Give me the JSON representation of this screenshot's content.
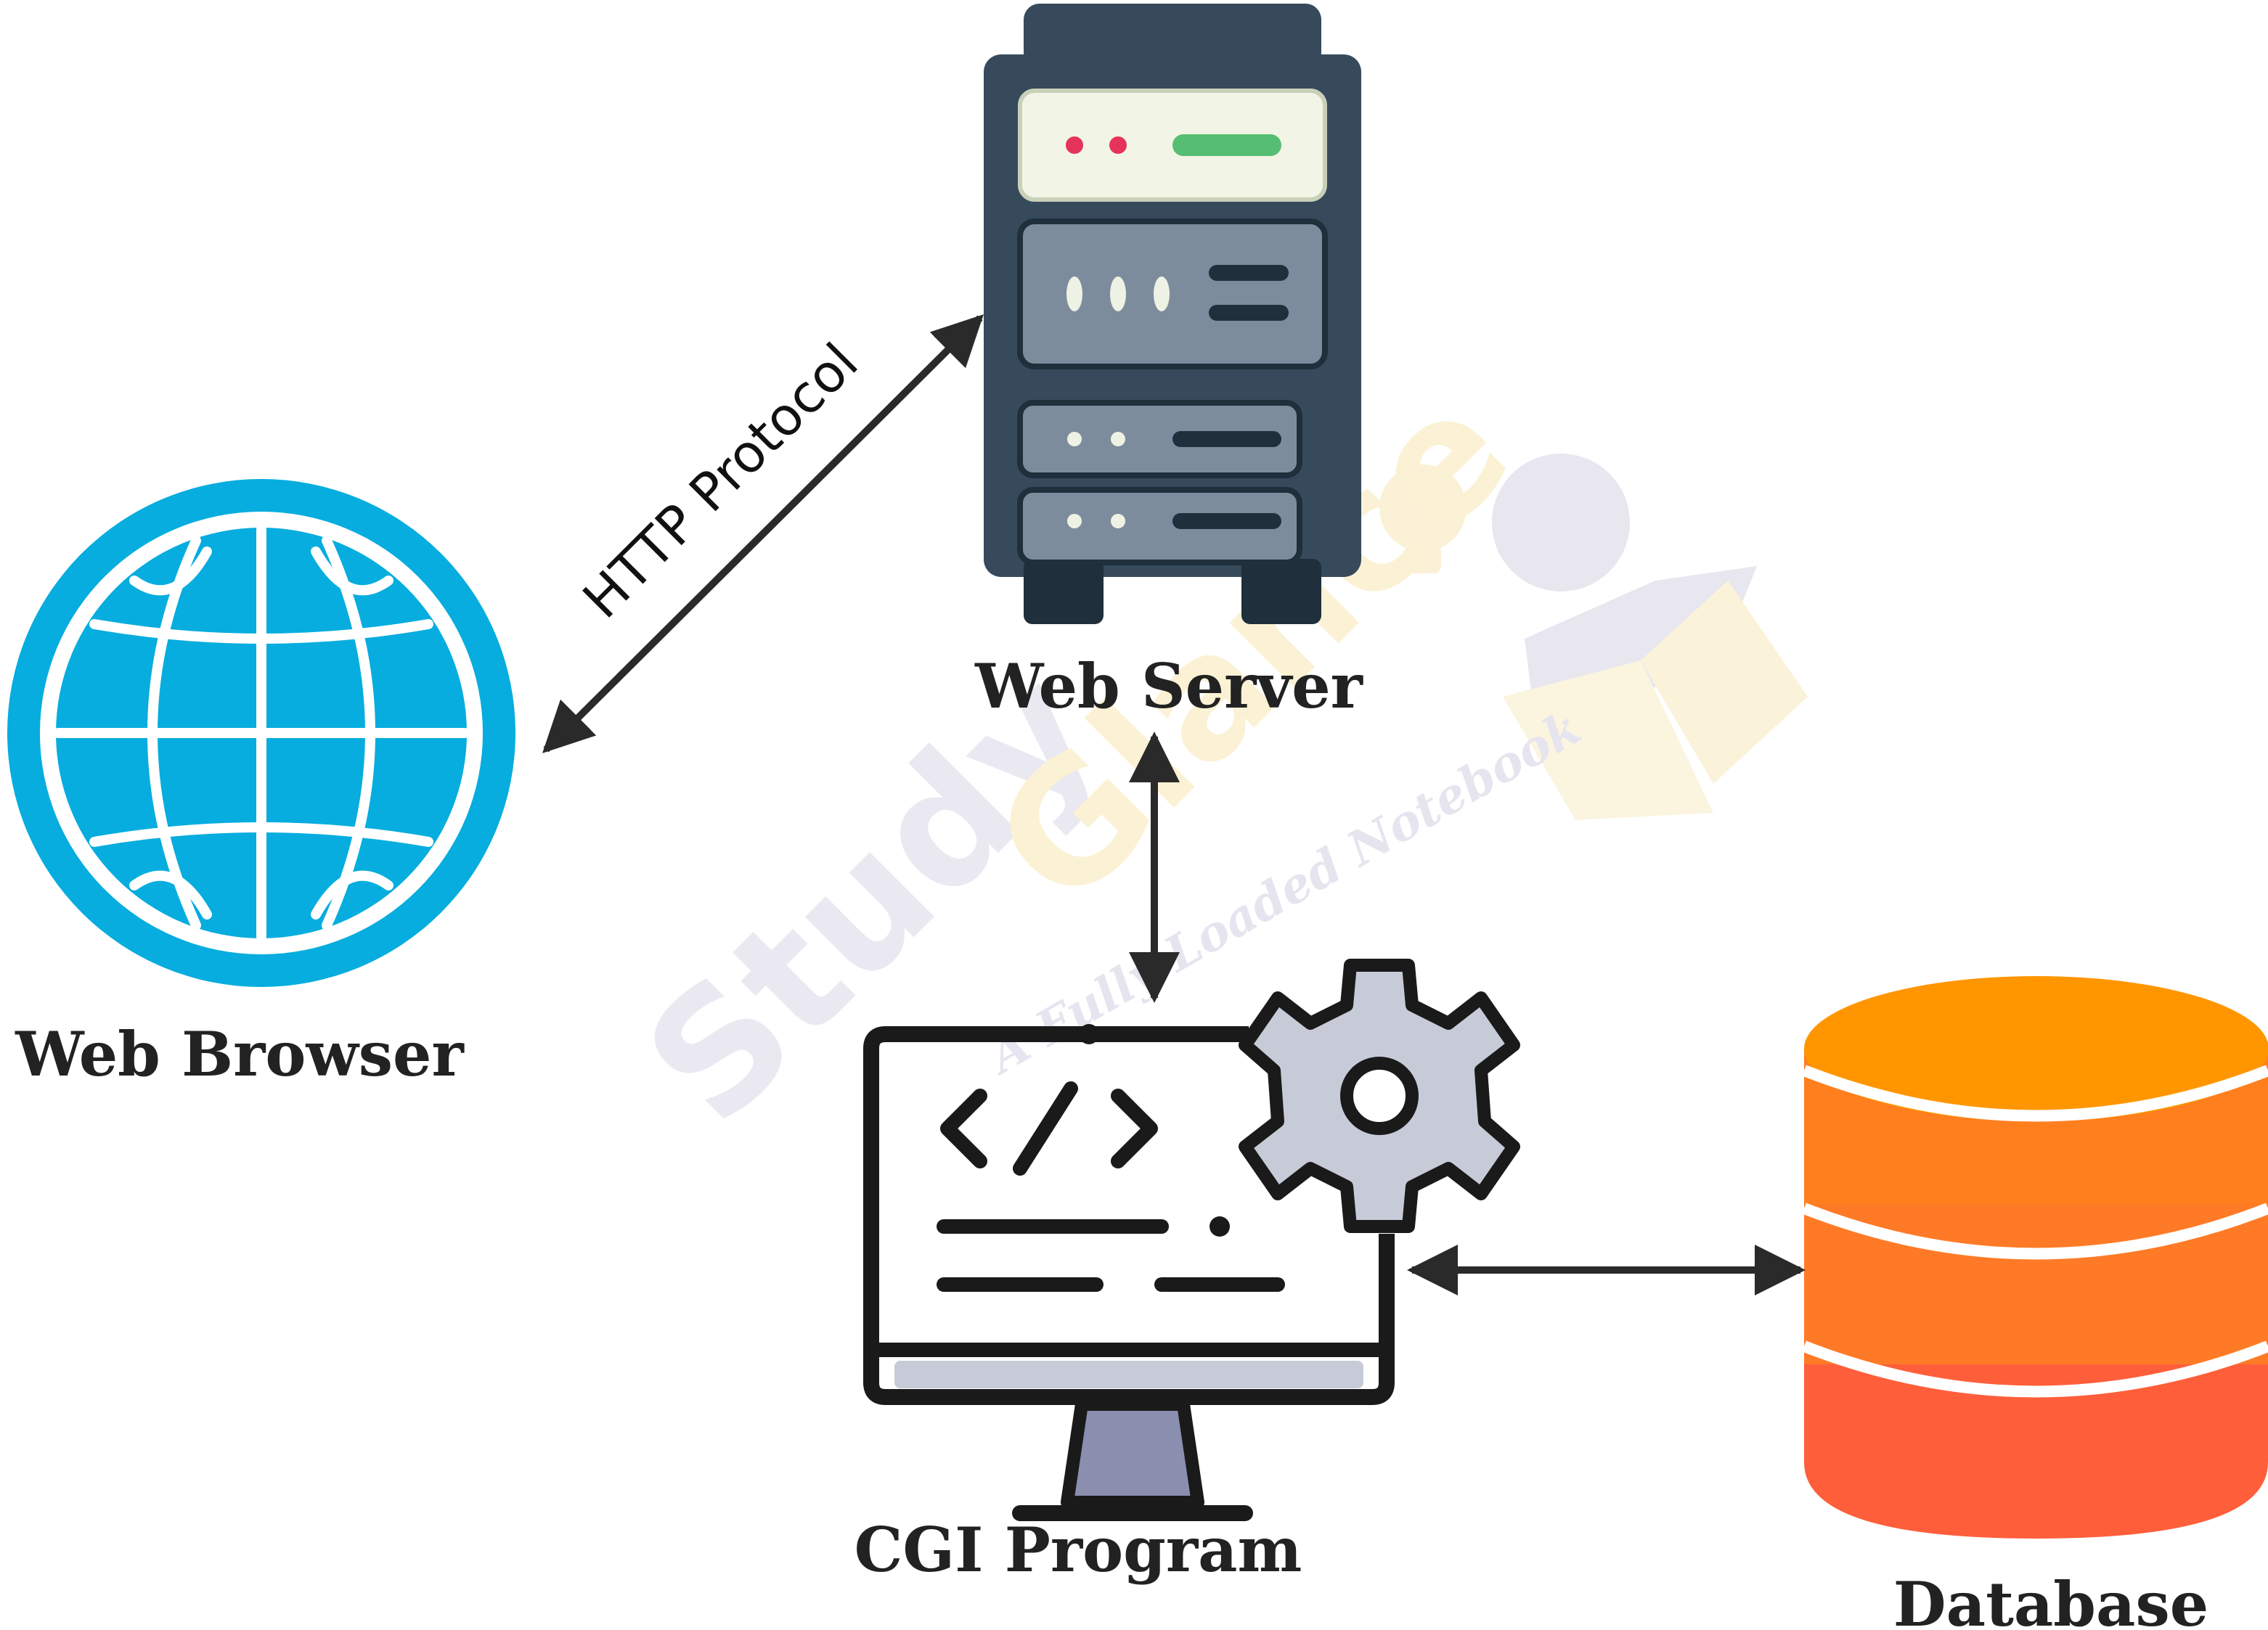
{
  "nodes": {
    "web_browser": {
      "label": "Web Browser",
      "icon": "globe-icon",
      "color": "#06ADDE"
    },
    "web_server": {
      "label": "Web Server",
      "icon": "server-rack-icon",
      "color": "#364A5B"
    },
    "cgi_program": {
      "label": "CGI Program",
      "icon": "monitor-code-gear-icon",
      "color": "#1A1A1A"
    },
    "database": {
      "label": "Database",
      "icon": "database-cylinder-icon",
      "color": "#FF8A00"
    }
  },
  "edges": [
    {
      "from": "web_browser",
      "to": "web_server",
      "label": "HTTP Protocol",
      "direction": "both"
    },
    {
      "from": "web_server",
      "to": "cgi_program",
      "label": "",
      "direction": "both"
    },
    {
      "from": "cgi_program",
      "to": "database",
      "label": "",
      "direction": "both"
    }
  ],
  "watermark": {
    "brand_word1": "Study",
    "brand_word2": "Glance",
    "tagline": "A Fully Loaded Notebook"
  }
}
